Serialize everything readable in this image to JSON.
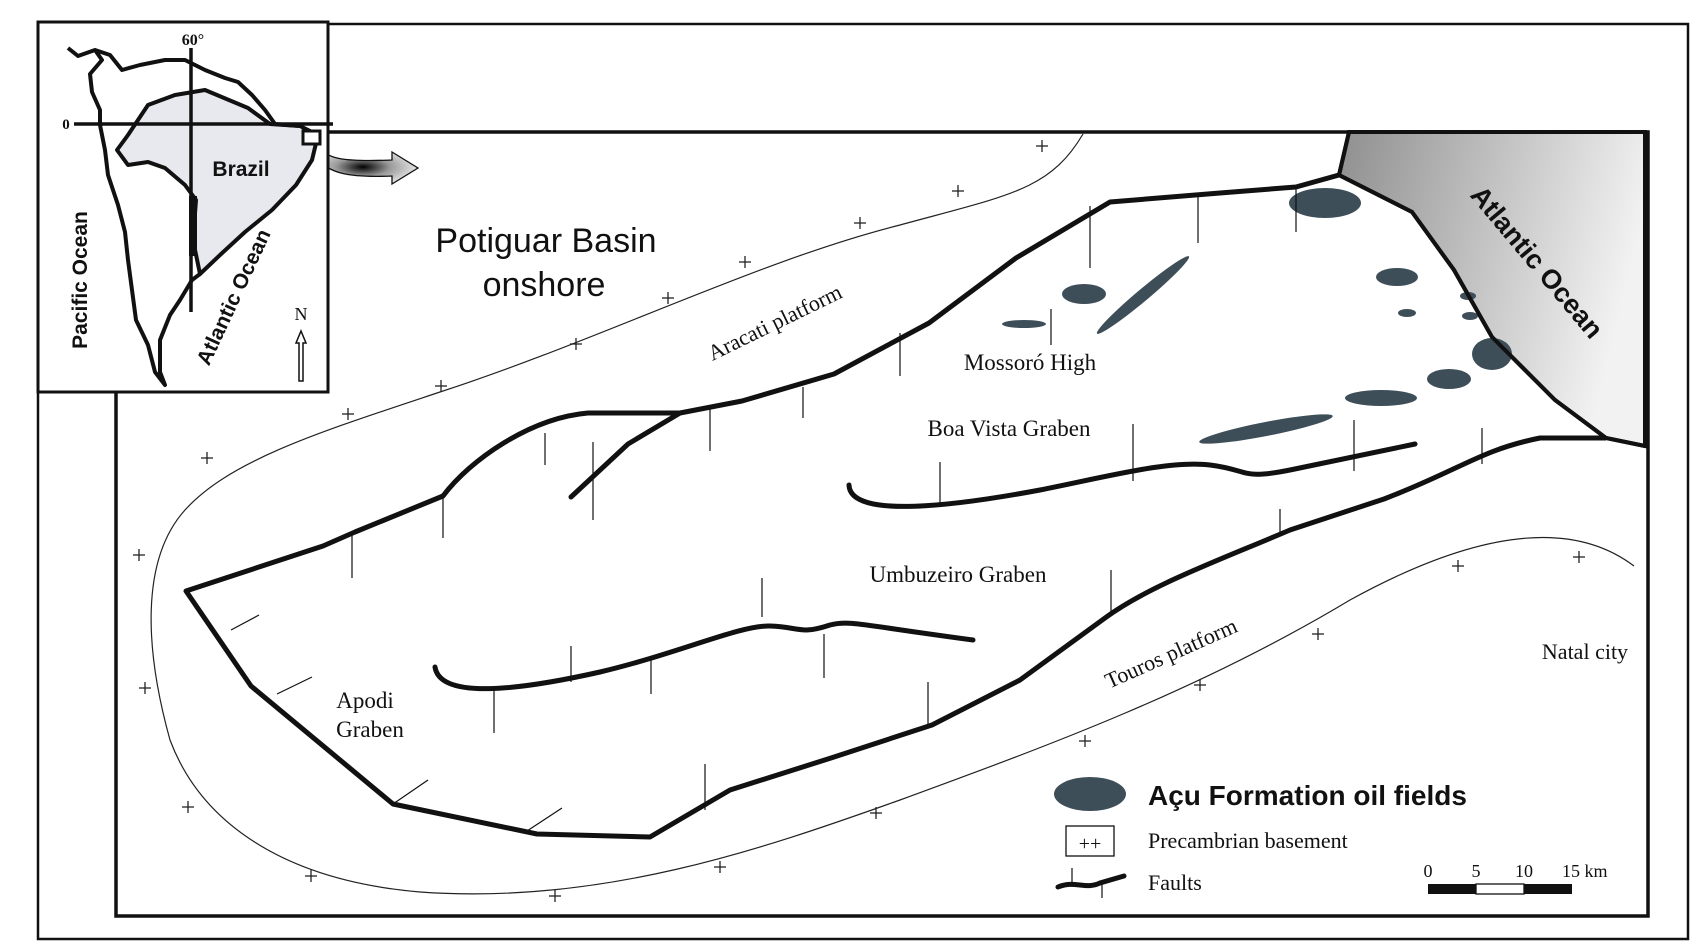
{
  "inset": {
    "country_label": "Brazil",
    "pacific_label": "Pacific Ocean",
    "atlantic_label": "Atlantic Ocean",
    "meridian_label": "60°",
    "equator_label": "0",
    "north_label": "N"
  },
  "main": {
    "basin_title_line1": "Potiguar Basin",
    "basin_title_line2": "onshore",
    "atlantic_label": "Atlantic Ocean",
    "aracati_platform": "Aracati platform",
    "mossoro_high": "Mossoró High",
    "boa_vista_graben": "Boa Vista Graben",
    "umbuzeiro_graben": "Umbuzeiro Graben",
    "apodi_graben_line1": "Apodi",
    "apodi_graben_line2": "Graben",
    "touros_platform": "Touros platform",
    "natal_city": "Natal city"
  },
  "legend": {
    "oil_fields": "Açu Formation oil fields",
    "basement_symbol": "++",
    "basement": "Precambrian basement",
    "faults": "Faults"
  },
  "scale": {
    "ticks": [
      "0",
      "5",
      "10",
      "15 km"
    ]
  },
  "colors": {
    "oil_field": "#3e4e59",
    "inset_land": "#e8e8ef",
    "ocean_dark": "#8f8f8f",
    "ocean_light": "#f2f2f2",
    "line": "#111111"
  }
}
